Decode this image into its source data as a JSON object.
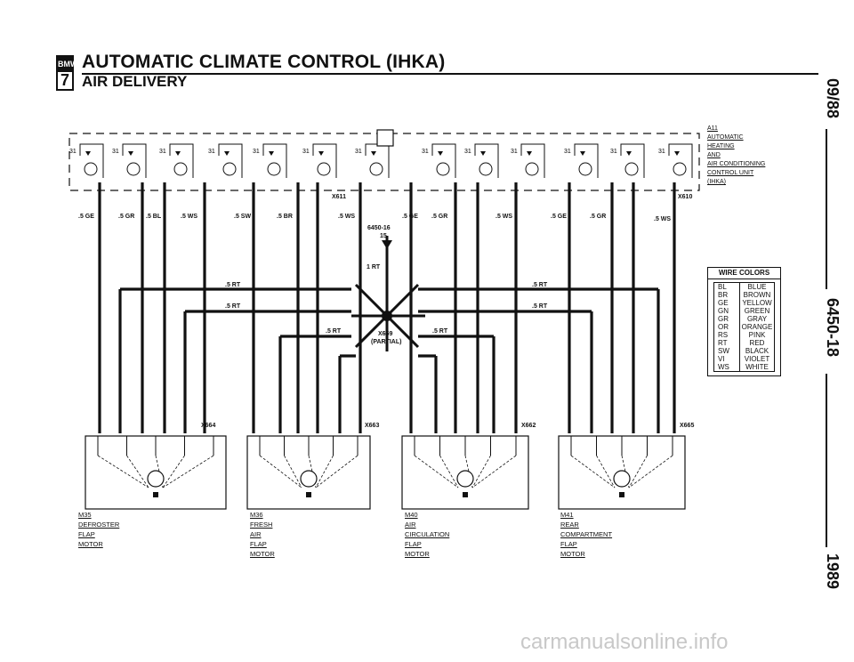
{
  "header": {
    "logo_top": "BMW",
    "logo_num": "7",
    "title": "AUTOMATIC CLIMATE CONTROL (IHKA)",
    "subtitle": "AIR DELIVERY"
  },
  "side": {
    "date": "09/88",
    "page": "6450-18",
    "year": "1989"
  },
  "unit": {
    "code": "A11",
    "lines": [
      "AUTOMATIC",
      "HEATING",
      "AND",
      "AIR CONDITIONING",
      "CONTROL UNIT",
      "(IHKA)"
    ]
  },
  "connectors": {
    "x611": "X611",
    "x610": "X610",
    "x659": "X659",
    "x659_note": "(PARTIAL)",
    "x664": "X664",
    "x663": "X663",
    "x662": "X662",
    "x665": "X665",
    "splice": "6450-16",
    "splice_pin": "15"
  },
  "wire_labels": {
    "ge": ".5 GE",
    "gr": ".5 GR",
    "bl": ".5 BL",
    "ws": ".5 WS",
    "sw": ".5 SW",
    "br": ".5 BR",
    "rt": ".5 RT",
    "rt1": "1 RT",
    "g31": "31"
  },
  "wire_colors": {
    "title": "WIRE COLORS",
    "rows": [
      {
        "code": "BL",
        "name": "BLUE"
      },
      {
        "code": "BR",
        "name": "BROWN"
      },
      {
        "code": "GE",
        "name": "YELLOW"
      },
      {
        "code": "GN",
        "name": "GREEN"
      },
      {
        "code": "GR",
        "name": "GRAY"
      },
      {
        "code": "OR",
        "name": "ORANGE"
      },
      {
        "code": "RS",
        "name": "PINK"
      },
      {
        "code": "RT",
        "name": "RED"
      },
      {
        "code": "SW",
        "name": "BLACK"
      },
      {
        "code": "VI",
        "name": "VIOLET"
      },
      {
        "code": "WS",
        "name": "WHITE"
      }
    ]
  },
  "motors": [
    {
      "code": "M35",
      "lines": [
        "DEFROSTER",
        "FLAP",
        "MOTOR"
      ]
    },
    {
      "code": "M36",
      "lines": [
        "FRESH",
        "AIR",
        "FLAP",
        "MOTOR"
      ]
    },
    {
      "code": "M40",
      "lines": [
        "AIR",
        "CIRCULATION",
        "FLAP",
        "MOTOR"
      ]
    },
    {
      "code": "M41",
      "lines": [
        "REAR",
        "COMPARTMENT",
        "FLAP",
        "MOTOR"
      ]
    }
  ],
  "watermark": "carmanualsonline.info"
}
